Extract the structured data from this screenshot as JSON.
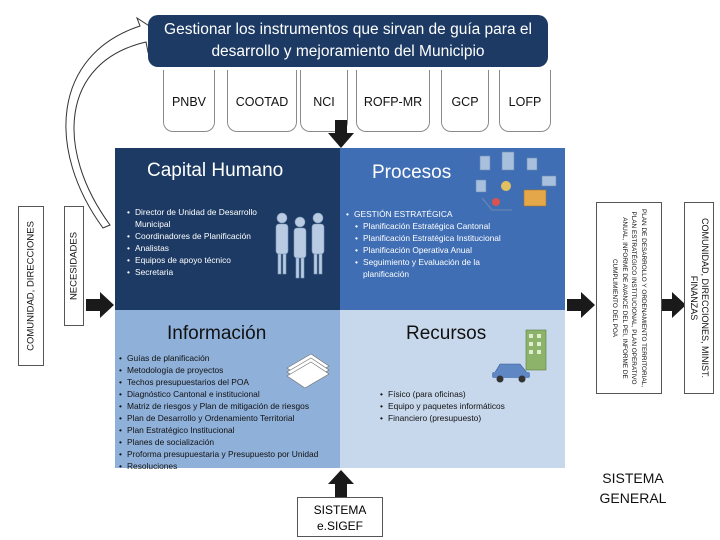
{
  "banner": {
    "title": "Gestionar los instrumentos que sirvan de guía para el desarrollo y mejoramiento del Municipio"
  },
  "tabs": [
    "PNBV",
    "COOTAD",
    "NCI",
    "ROFP-MR",
    "GCP",
    "LOFP"
  ],
  "left_labels": {
    "outer": "COMUNIDAD, DIRECCIONES",
    "inner": "NECESIDADES"
  },
  "quadrants": {
    "capital_humano": {
      "title": "Capital Humano",
      "items": [
        "Director de Unidad de Desarrollo Municipal",
        "Coordinadores de Planificación",
        "Analistas",
        "Equipos de apoyo técnico",
        "Secretaria"
      ]
    },
    "procesos": {
      "title": "Procesos",
      "items": [
        "GESTIÓN ESTRATÉGICA",
        "Planificación Estratégica Cantonal",
        "Planificación Estratégica Institucional",
        "Planificación Operativa Anual",
        "Seguimiento y Evaluación de la planificación"
      ]
    },
    "informacion": {
      "title": "Información",
      "items": [
        "Guías de planificación",
        "Metodología de proyectos",
        "Techos presupuestarios del POA",
        "Diagnóstico Cantonal e institucional",
        "Matriz de riesgos y Plan de mitigación de riesgos",
        "Plan de Desarrollo y Ordenamiento Territorial",
        "Plan Estratégico Institucional",
        "Planes de socialización",
        "Proforma presupuestaria y Presupuesto por Unidad",
        "Resoluciones"
      ]
    },
    "recursos": {
      "title": "Recursos",
      "items": [
        "Físico (para oficinas)",
        "Equipo y paquetes informáticos",
        "Financiero (presupuesto)"
      ]
    }
  },
  "right_labels": {
    "products": "PLAN DE DESARROLLO Y ORDENAMIENTO TERRITORIAL, PLAN ESTRATÉGICO INSTITUCIONAL, PLAN OPERATIVO ANUAL, INFORME DE AVANCE DEL PEI, INFORME DE CUMPLIMIENTO DEL POA",
    "outer": "COMUNIDAD, DIRECCIONES, MINIST. FINANZAS"
  },
  "system_general": "SISTEMA GENERAL",
  "system_esigef": "SISTEMA e.SIGEF",
  "colors": {
    "dark_navy": "#1c3a63",
    "medium_blue": "#3f6eb5",
    "light_blue": "#8fb0d9",
    "pale_blue": "#c8d8ec",
    "arrow": "#1a1a1a"
  }
}
